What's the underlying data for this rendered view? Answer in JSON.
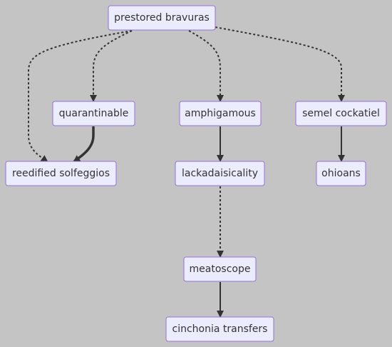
{
  "diagram": {
    "type": "flowchart",
    "direction": "top-down",
    "nodes": [
      {
        "id": "n1",
        "label": "prestored bravuras"
      },
      {
        "id": "n2",
        "label": "quarantinable"
      },
      {
        "id": "n3",
        "label": "amphigamous"
      },
      {
        "id": "n4",
        "label": "semel cockatiel"
      },
      {
        "id": "n5",
        "label": "reedified solfeggios"
      },
      {
        "id": "n6",
        "label": "lackadaisicality"
      },
      {
        "id": "n7",
        "label": "ohioans"
      },
      {
        "id": "n8",
        "label": "meatoscope"
      },
      {
        "id": "n9",
        "label": "cinchonia transfers"
      }
    ],
    "edges": [
      {
        "from": "n1",
        "to": "n5",
        "style": "dotted"
      },
      {
        "from": "n1",
        "to": "n2",
        "style": "dotted"
      },
      {
        "from": "n1",
        "to": "n3",
        "style": "dotted"
      },
      {
        "from": "n1",
        "to": "n4",
        "style": "dotted"
      },
      {
        "from": "n2",
        "to": "n5",
        "style": "thick"
      },
      {
        "from": "n3",
        "to": "n6",
        "style": "solid"
      },
      {
        "from": "n4",
        "to": "n7",
        "style": "solid"
      },
      {
        "from": "n6",
        "to": "n8",
        "style": "dotted"
      },
      {
        "from": "n8",
        "to": "n9",
        "style": "solid"
      }
    ]
  }
}
